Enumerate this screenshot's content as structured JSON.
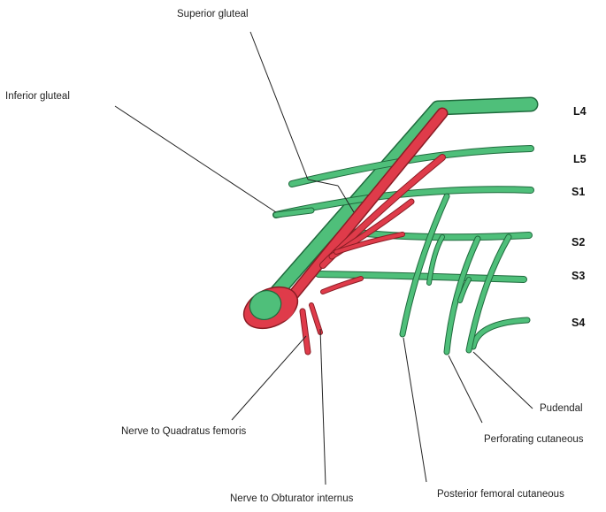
{
  "colors": {
    "nerve_green": "#4fbf7a",
    "nerve_green_dark": "#1f6a3d",
    "nerve_red": "#df3b4a",
    "nerve_red_dark": "#8a1d25",
    "leader": "#222222"
  },
  "roots": [
    "L4",
    "L5",
    "S1",
    "S2",
    "S3",
    "S4"
  ],
  "labels": {
    "superior_gluteal": "Superior gluteal",
    "inferior_gluteal": "Inferior gluteal",
    "quadratus_femoris": "Nerve to Quadratus femoris",
    "obturator_internus": "Nerve to Obturator internus",
    "posterior_femoral_cutaneous": "Posterior femoral cutaneous",
    "perforating_cutaneous": "Perforating cutaneous",
    "pudendal": "Pudendal"
  }
}
